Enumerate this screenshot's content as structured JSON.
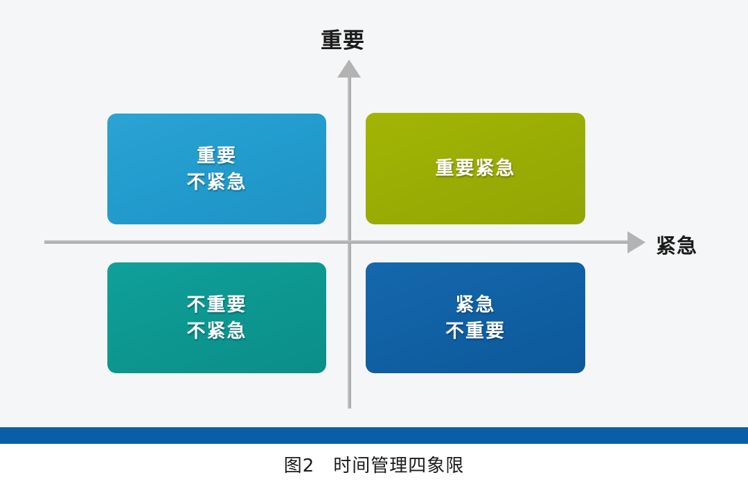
{
  "figure": {
    "background_color": "#f5f6f7",
    "caption": "图2　时间管理四象限",
    "axes": {
      "vertical_label": "重要",
      "horizontal_label": "紧急",
      "axis_color": "#b3b3b3",
      "vertical_arrow_icon": "arrow-up-icon",
      "horizontal_arrow_icon": "arrow-right-icon"
    },
    "quadrants": [
      {
        "id": "important-not-urgent",
        "position": "top-left",
        "lines": [
          "重要",
          "不紧急"
        ],
        "color": "#229bcd",
        "shadow_color": "#1a6d96"
      },
      {
        "id": "important-urgent",
        "position": "top-right",
        "lines": [
          "重要紧急"
        ],
        "color": "#9aad04",
        "shadow_color": "#6d7c03"
      },
      {
        "id": "not-important-not-urgent",
        "position": "bottom-left",
        "lines": [
          "不重要",
          "不紧急"
        ],
        "color": "#0d9791",
        "shadow_color": "#086b66"
      },
      {
        "id": "urgent-not-important",
        "position": "bottom-right",
        "lines": [
          "紧急",
          "不重要"
        ],
        "color": "#1060a4",
        "shadow_color": "#0a4475"
      }
    ],
    "rule": {
      "color": "#0a5ea8"
    }
  },
  "chart_data": {
    "type": "diagram",
    "subtype": "2x2-matrix",
    "title": "图2　时间管理四象限",
    "xlabel": "紧急",
    "ylabel": "重要",
    "quadrant_labels": {
      "top_left": "重要 / 不紧急",
      "top_right": "重要紧急",
      "bottom_left": "不重要 / 不紧急",
      "bottom_right": "紧急 / 不重要"
    },
    "grid": false,
    "legend": "none"
  }
}
